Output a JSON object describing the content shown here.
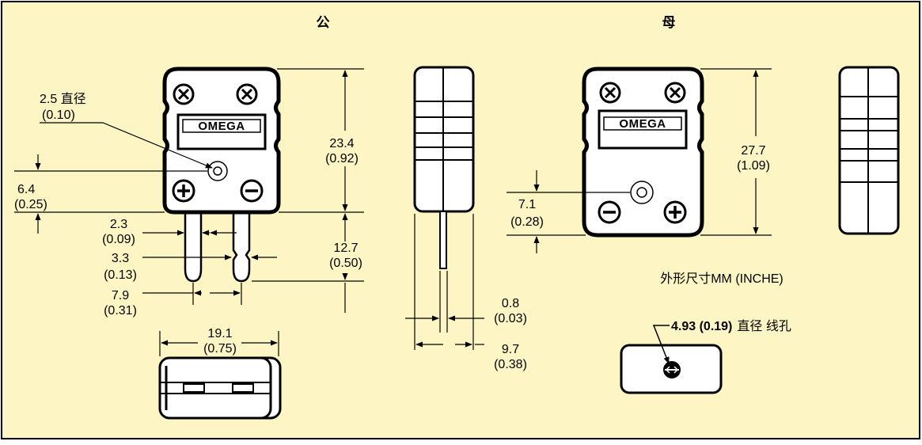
{
  "headers": {
    "male": "公",
    "female": "母"
  },
  "logo_text": "OMEGA",
  "units_note": "外形尺寸MM (INCHE)",
  "male_dims": {
    "hole_dia": "2.5 直径",
    "hole_dia_in": "(0.10)",
    "offset_mm": "6.4",
    "offset_in": "(0.25)",
    "height_mm": "23.4",
    "height_in": "(0.92)",
    "pin_w_mm": "2.3",
    "pin_w_in": "(0.09)",
    "pin_len_mm": "12.7",
    "pin_len_in": "(0.50)",
    "pin_neck_mm": "3.3",
    "pin_neck_in": "(0.13)",
    "pin_spacing_mm": "7.9",
    "pin_spacing_in": "(0.31)",
    "width_mm": "19.1",
    "width_in": "(0.75)"
  },
  "side_dims": {
    "blade_mm": "0.8",
    "blade_in": "(0.03)",
    "thickness_mm": "9.7",
    "thickness_in": "(0.38)"
  },
  "female_dims": {
    "height_mm": "27.7",
    "height_in": "(1.09)",
    "hole_offset_mm": "7.1",
    "hole_offset_in": "(0.28)",
    "panel_hole_bold": "4.93 (0.19)",
    "panel_hole_text": "直径 线孔"
  },
  "colors": {
    "background": "#FEF5C4",
    "frame": "#000000"
  }
}
